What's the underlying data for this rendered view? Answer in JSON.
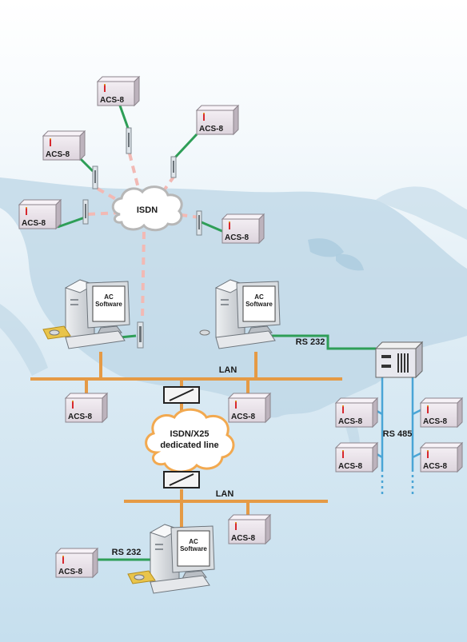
{
  "diagram": {
    "controller_label": "ACS-8",
    "isdn_cloud_label": "ISDN",
    "wan_cloud_label": [
      "ISDN/X25",
      "dedicated line"
    ],
    "lan_label": "LAN",
    "rs232_label": "RS 232",
    "rs485_label": "RS 485",
    "software_label": [
      "AC",
      "Software"
    ],
    "colors": {
      "lan_bus": "#e59a45",
      "serial_link": "#2e9e57",
      "rs485_link": "#4aa5d6",
      "isdn_link": "#f2b9b4",
      "map_land": "#bdd6e6",
      "controller_box": "#ece6ec",
      "accent_indicator": "#d7282f"
    }
  }
}
